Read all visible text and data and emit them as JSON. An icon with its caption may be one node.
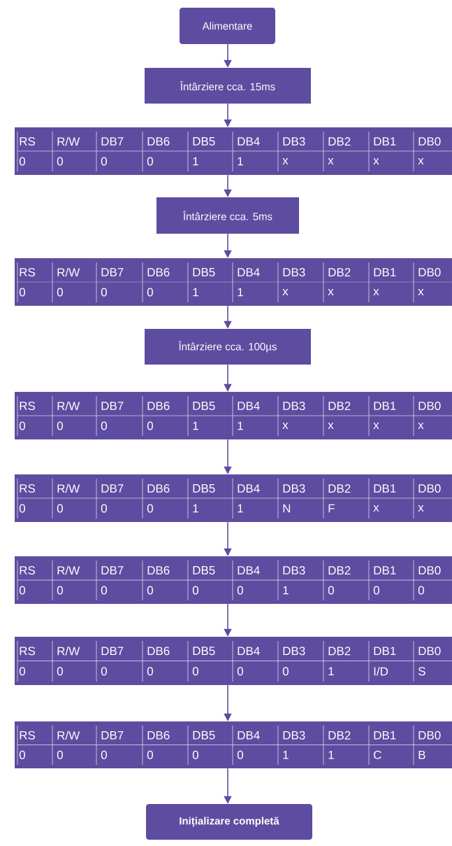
{
  "diagram": {
    "nodes": [
      {
        "text": [
          "Alimentare"
        ]
      },
      {
        "text": [
          "Întârziere cca. 15ms"
        ]
      },
      {
        "text": [
          "RS",
          "R/W",
          "DB7",
          "DB6",
          "DB5",
          "DB4",
          "DB3",
          "DB2",
          "DB1",
          "DB0",
          "0",
          "0",
          "0",
          "0",
          "1",
          "1",
          "x",
          "x",
          "x",
          "x"
        ]
      },
      {
        "text": [
          "Întârziere cca. 5ms"
        ]
      },
      {
        "text": [
          "RS",
          "R/W",
          "DB7",
          "DB6",
          "DB5",
          "DB4",
          "DB3",
          "DB2",
          "DB1",
          "DB0",
          "0",
          "0",
          "0",
          "0",
          "1",
          "1",
          "x",
          "x",
          "x",
          "x"
        ]
      },
      {
        "text": [
          "Întârziere cca. 100µs"
        ]
      },
      {
        "text": [
          "RS",
          "R/W",
          "DB7",
          "DB6",
          "DB5",
          "DB4",
          "DB3",
          "DB2",
          "DB1",
          "DB0",
          "0",
          "0",
          "0",
          "0",
          "1",
          "1",
          "x",
          "x",
          "x",
          "x"
        ]
      },
      {
        "text": [
          "RS",
          "R/W",
          "DB7",
          "DB6",
          "DB5",
          "DB4",
          "DB3",
          "DB2",
          "DB1",
          "DB0",
          "0",
          "0",
          "0",
          "0",
          "1",
          "1",
          "N",
          "F",
          "x",
          "x"
        ]
      },
      {
        "text": [
          "RS",
          "R/W",
          "DB7",
          "DB6",
          "DB5",
          "DB4",
          "DB3",
          "DB2",
          "DB1",
          "DB0",
          "0",
          "0",
          "0",
          "0",
          "0",
          "0",
          "1",
          "0",
          "0",
          "0"
        ]
      },
      {
        "text": [
          "RS",
          "R/W",
          "DB7",
          "DB6",
          "DB5",
          "DB4",
          "DB3",
          "DB2",
          "DB1",
          "DB0",
          "0",
          "0",
          "0",
          "0",
          "0",
          "0",
          "0",
          "1",
          "I/D",
          "S"
        ]
      },
      {
        "text": [
          "RS",
          "R/W",
          "DB7",
          "DB6",
          "DB5",
          "DB4",
          "DB3",
          "DB2",
          "DB1",
          "DB0",
          "0",
          "0",
          "0",
          "0",
          "0",
          "0",
          "1",
          "1",
          "C",
          "B"
        ]
      },
      {
        "text": [
          "Inițializare completă"
        ]
      }
    ],
    "edges": [
      {
        "from": 0,
        "to": 1,
        "arrow": "to"
      },
      {
        "from": 1,
        "to": 2,
        "arrow": "to"
      },
      {
        "from": 2,
        "to": 3,
        "arrow": "to"
      },
      {
        "from": 3,
        "to": 4,
        "arrow": "to"
      },
      {
        "from": 4,
        "to": 5,
        "arrow": "to"
      },
      {
        "from": 5,
        "to": 6,
        "arrow": "to"
      },
      {
        "from": 6,
        "to": 7,
        "arrow": "to"
      },
      {
        "from": 7,
        "to": 8,
        "arrow": "to"
      },
      {
        "from": 8,
        "to": 9,
        "arrow": "to"
      },
      {
        "from": 9,
        "to": 10,
        "arrow": "to"
      },
      {
        "from": 10,
        "to": 11,
        "arrow": "to"
      }
    ]
  }
}
